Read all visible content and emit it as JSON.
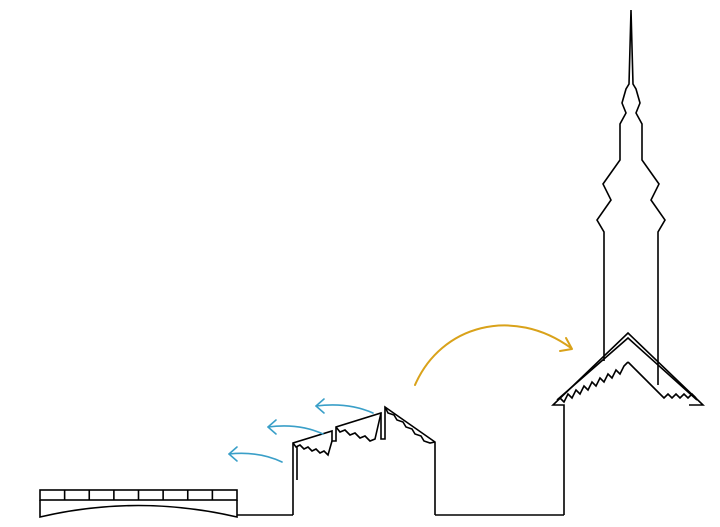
{
  "colors": {
    "line": "#000000",
    "background": "#ffffff",
    "small_arrows": "#3a9fc8",
    "large_arrow": "#d9a21a"
  },
  "elements": {
    "bridge": {
      "icon": "bridge-icon",
      "deck_segments": 8
    },
    "factory": {
      "icon": "sawtooth-factory-icon",
      "roof_teeth": 3
    },
    "church": {
      "icon": "church-with-spire-icon"
    },
    "small_arrows": {
      "count": 3,
      "direction": "left"
    },
    "large_arrow": {
      "count": 1,
      "direction": "right"
    }
  }
}
